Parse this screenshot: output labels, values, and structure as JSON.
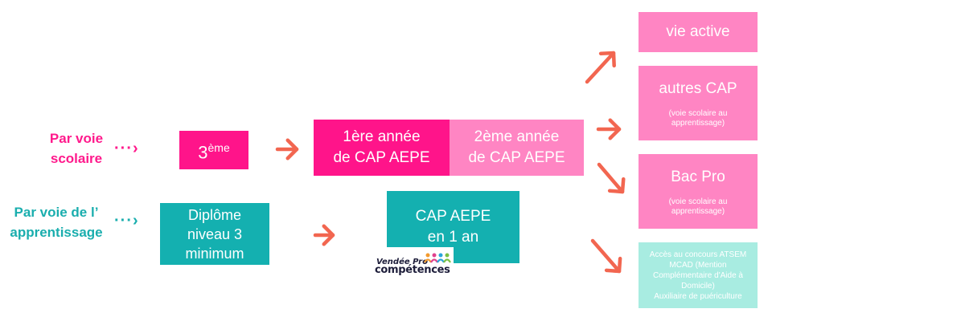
{
  "colors": {
    "scolaire": "#ff1a8c",
    "apprentissage": "#1aaeae",
    "box_pink_dark": "#ff148a",
    "box_pink_light": "#ff85c3",
    "box_teal": "#14b0b0",
    "box_mint": "#a8ece1",
    "arrow": "#f26650"
  },
  "paths": {
    "scolaire_label": "Par voie\nscolaire",
    "apprentissage_label": "Par voie de l’\napprentissage",
    "dotted_arrow_icon": "dotted-right-arrow"
  },
  "boxes": {
    "troisieme": {
      "number": "3",
      "suffix": "ème"
    },
    "premiere_annee": "1ère année\nde CAP AEPE",
    "deuxieme_annee": "2ème année\nde CAP AEPE",
    "diplome": "Diplôme\nniveau 3\nminimum",
    "cap_un_an": "CAP AEPE\n en 1 an"
  },
  "outcomes": {
    "vie_active": "vie active",
    "autres_cap": {
      "title": "autres CAP",
      "note": "(voie scolaire au\napprentissage)"
    },
    "bac_pro": {
      "title": "Bac Pro",
      "note": "(voie scolaire au\napprentissage)"
    },
    "concours": "Accès au concours ATSEM\nMCAD (Mention\nComplémentaire d'Aide à\nDomicile)\nAuxiliaire de puériculture"
  },
  "logo": {
    "line1": "Vendée Pro",
    "line2": "compétences"
  }
}
